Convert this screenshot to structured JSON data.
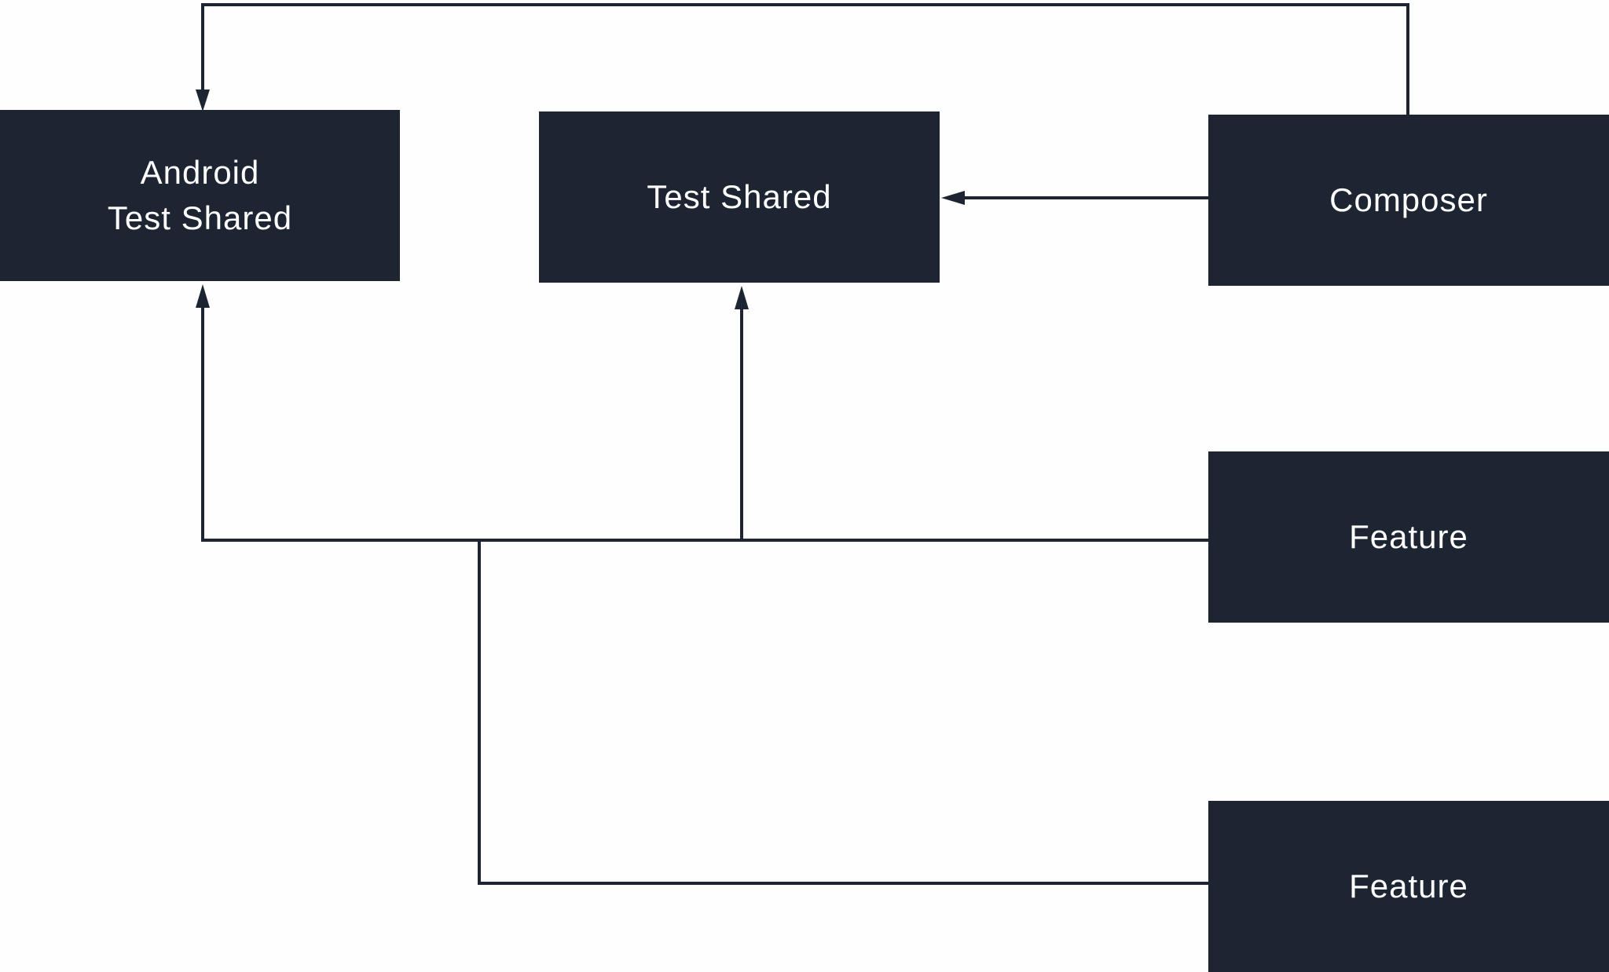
{
  "diagram": {
    "colors": {
      "node_fill": "#1d2533",
      "node_text": "#ffffff",
      "edge": "#1d2533",
      "background": "#fefefe"
    },
    "nodes": {
      "android_test_shared": {
        "label": "Android\nTest Shared"
      },
      "test_shared": {
        "label": "Test Shared"
      },
      "composer": {
        "label": "Composer"
      },
      "feature_1": {
        "label": "Feature"
      },
      "feature_2": {
        "label": "Feature"
      }
    },
    "edges": [
      {
        "from": "composer",
        "to": "android_test_shared"
      },
      {
        "from": "composer",
        "to": "test_shared"
      },
      {
        "from": "feature_1",
        "to": "android_test_shared"
      },
      {
        "from": "feature_1",
        "to": "test_shared"
      },
      {
        "from": "feature_2",
        "to": "android_test_shared"
      },
      {
        "from": "feature_2",
        "to": "test_shared"
      }
    ]
  }
}
